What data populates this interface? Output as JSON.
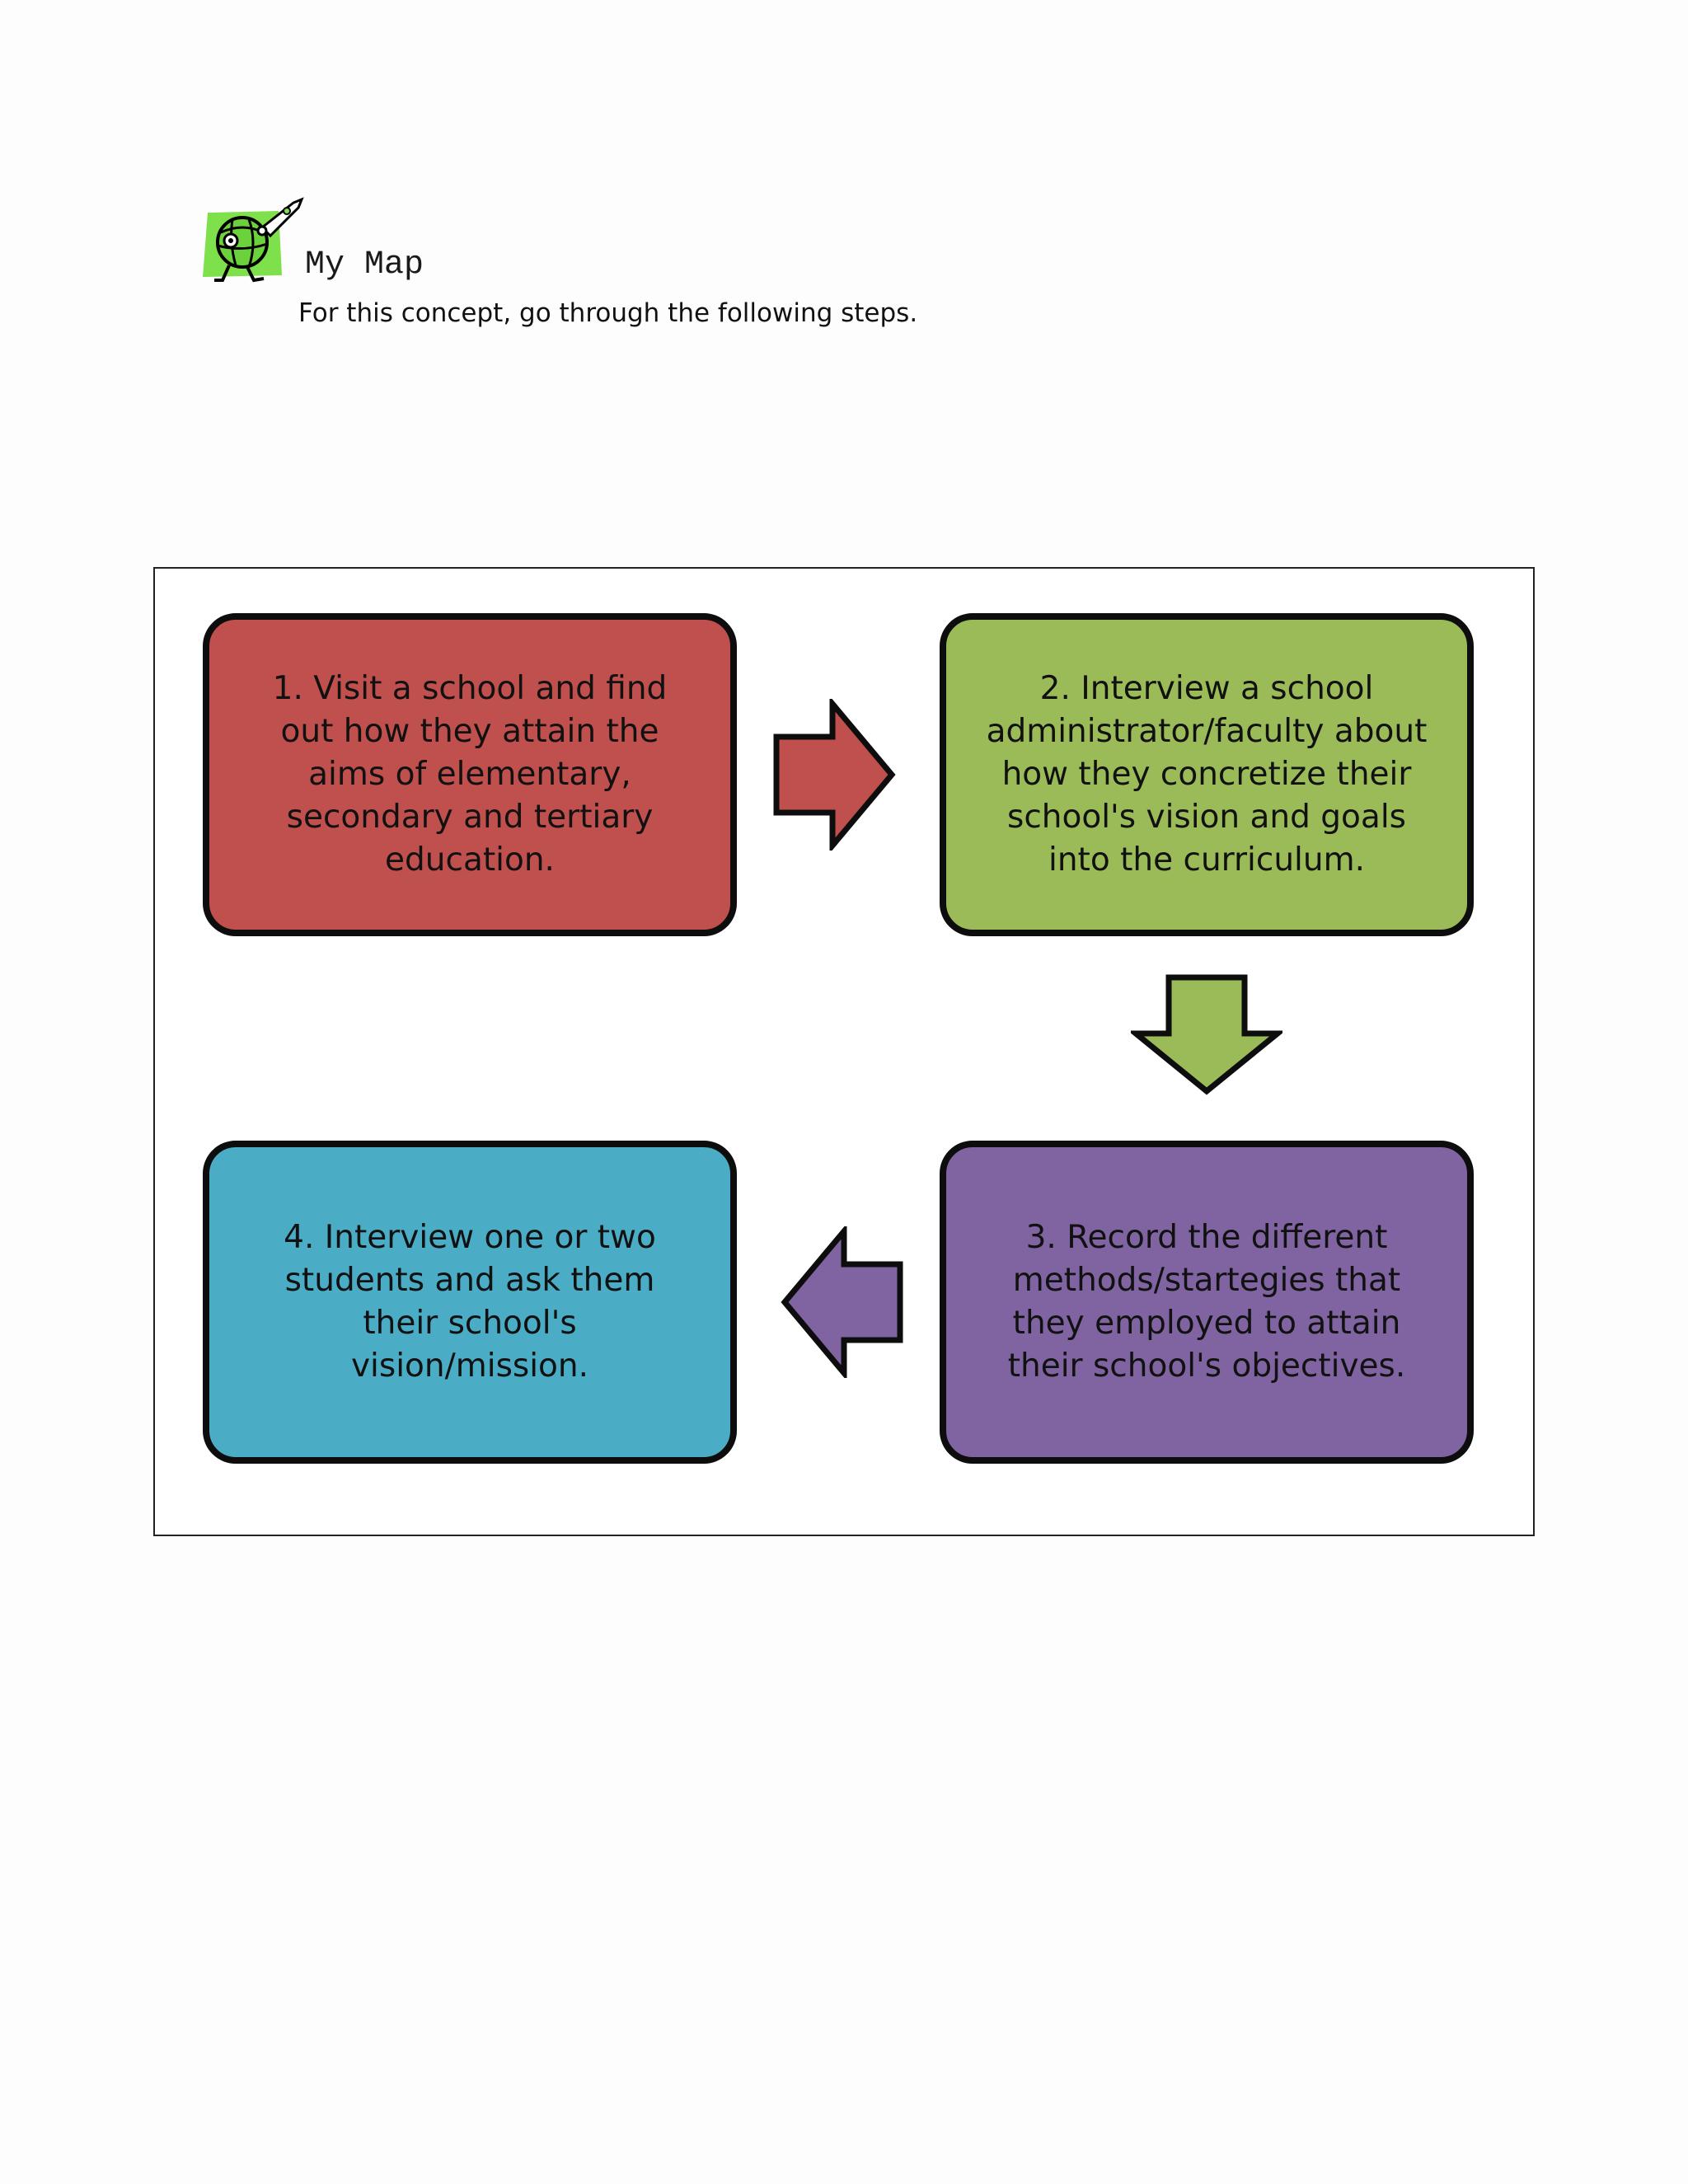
{
  "header": {
    "title": "My Map",
    "subtitle": "For this concept, go through the following steps."
  },
  "logo": {
    "icon": "globe-rocket-mascot-icon",
    "accent": "#7ee04a"
  },
  "steps": [
    {
      "number": 1,
      "text": "1. Visit a school and find out how they attain the aims of elementary, secondary and tertiary education.",
      "color": "#c0504d"
    },
    {
      "number": 2,
      "text": "2. Interview a school administrator/faculty about how they concretize their school's vision and goals into the curriculum.",
      "color": "#9bbb59"
    },
    {
      "number": 3,
      "text": "3. Record the different methods/startegies that they employed to attain their school's objectives.",
      "color": "#8064a2"
    },
    {
      "number": 4,
      "text": "4. Interview one or two students and ask them their school's vision/mission.",
      "color": "#4bacc6"
    }
  ],
  "arrows": [
    {
      "direction": "right",
      "icon": "arrow-right-icon",
      "color": "#c0504d"
    },
    {
      "direction": "down",
      "icon": "arrow-down-icon",
      "color": "#9bbb59"
    },
    {
      "direction": "left",
      "icon": "arrow-left-icon",
      "color": "#8064a2"
    }
  ]
}
